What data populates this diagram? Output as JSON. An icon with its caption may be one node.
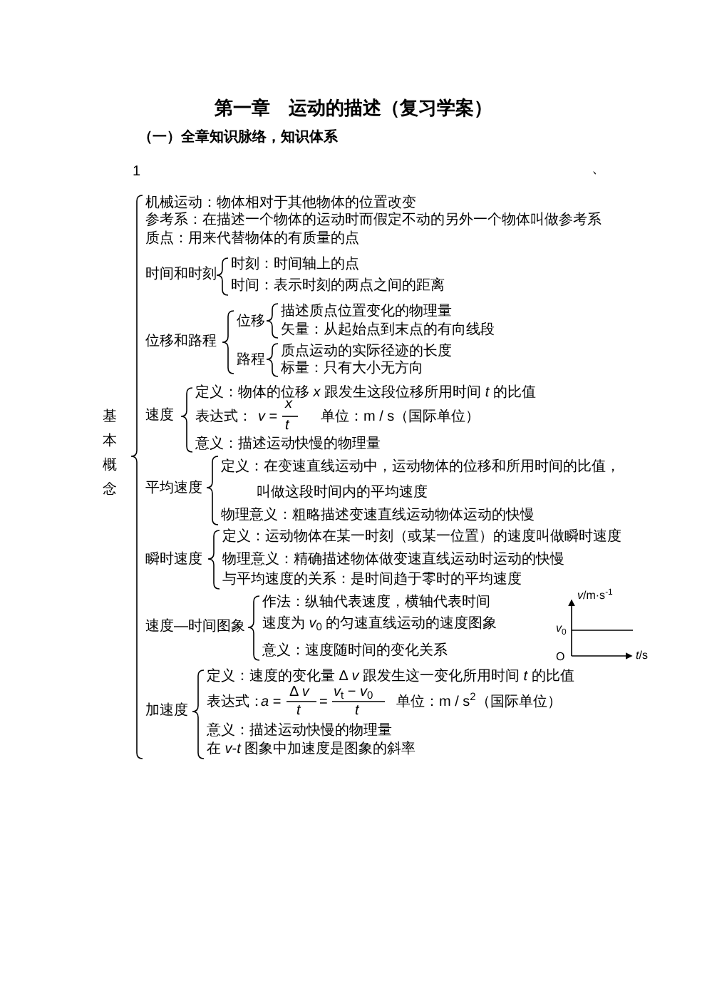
{
  "diagram": {
    "title": "第一章　运动的描述（复习学案）",
    "labels": [
      "（一）全章知识脉络，知识体系",
      "1",
      "、",
      "基本概念",
      "机械运动：物体相对于其他物体的位置改变",
      "参考系：在描述一个物体的运动时而假定不动的另外一个物体叫做参考系",
      "质点：用来代替物体的有质量的点",
      "时间和时刻",
      "时刻：时间轴上的点",
      "时间：表示时刻的两点之间的距离",
      "位移和路程",
      "位移",
      "描述质点位置变化的物理量",
      "矢量：从起始点到末点的有向线段",
      "路程",
      "质点运动的实际径迹的长度",
      "标量：只有大小无方向",
      "速度",
      "定义：物体的位移 *x* 跟发生这段位移所用时间 *t* 的比值",
      "表达式：",
      "*v* =",
      "*x*",
      "*t*",
      "单位：m / s（国际单位）",
      "意义：描述运动快慢的物理量",
      "平均速度",
      "定义：在变速直线运动中，运动物体的位移和所用时间的比值，叫做这段时间内的平均速度",
      "物理意义：粗略描述变速直线运动物体运动的快慢",
      "瞬时速度",
      "定义：运动物体在某一时刻（或某一位置）的速度叫做瞬时速度",
      "物理意义：精确描述物体做变速直线运动时运动的快慢",
      "与平均速度的关系：是时间趋于零时的平均速度",
      "速度—时间图象",
      "作法：纵轴代表速度，横轴代表时间",
      "速度为 *v*$_{0}$ 的匀速直线运动的速度图象",
      "意义：速度随时间的变化关系",
      "*v*/m·s$^{-1}$",
      "*v*$_{0}$",
      "O",
      "*t*/s",
      "加速度",
      "定义：速度的变化量 Δ *v* 跟发生这一变化所用时间 *t* 的比值",
      "表达式：",
      "*a* =",
      "Δ *v*",
      "*t*",
      "=",
      "*v*$_{t}$ − *v*$_{0}$",
      "*t*",
      "单位：m / s$^{2}$（国际单位）",
      "意义：描述运动快慢的物理量",
      "在 *v*-*t* 图象中加速度是图象的斜率"
    ]
  }
}
